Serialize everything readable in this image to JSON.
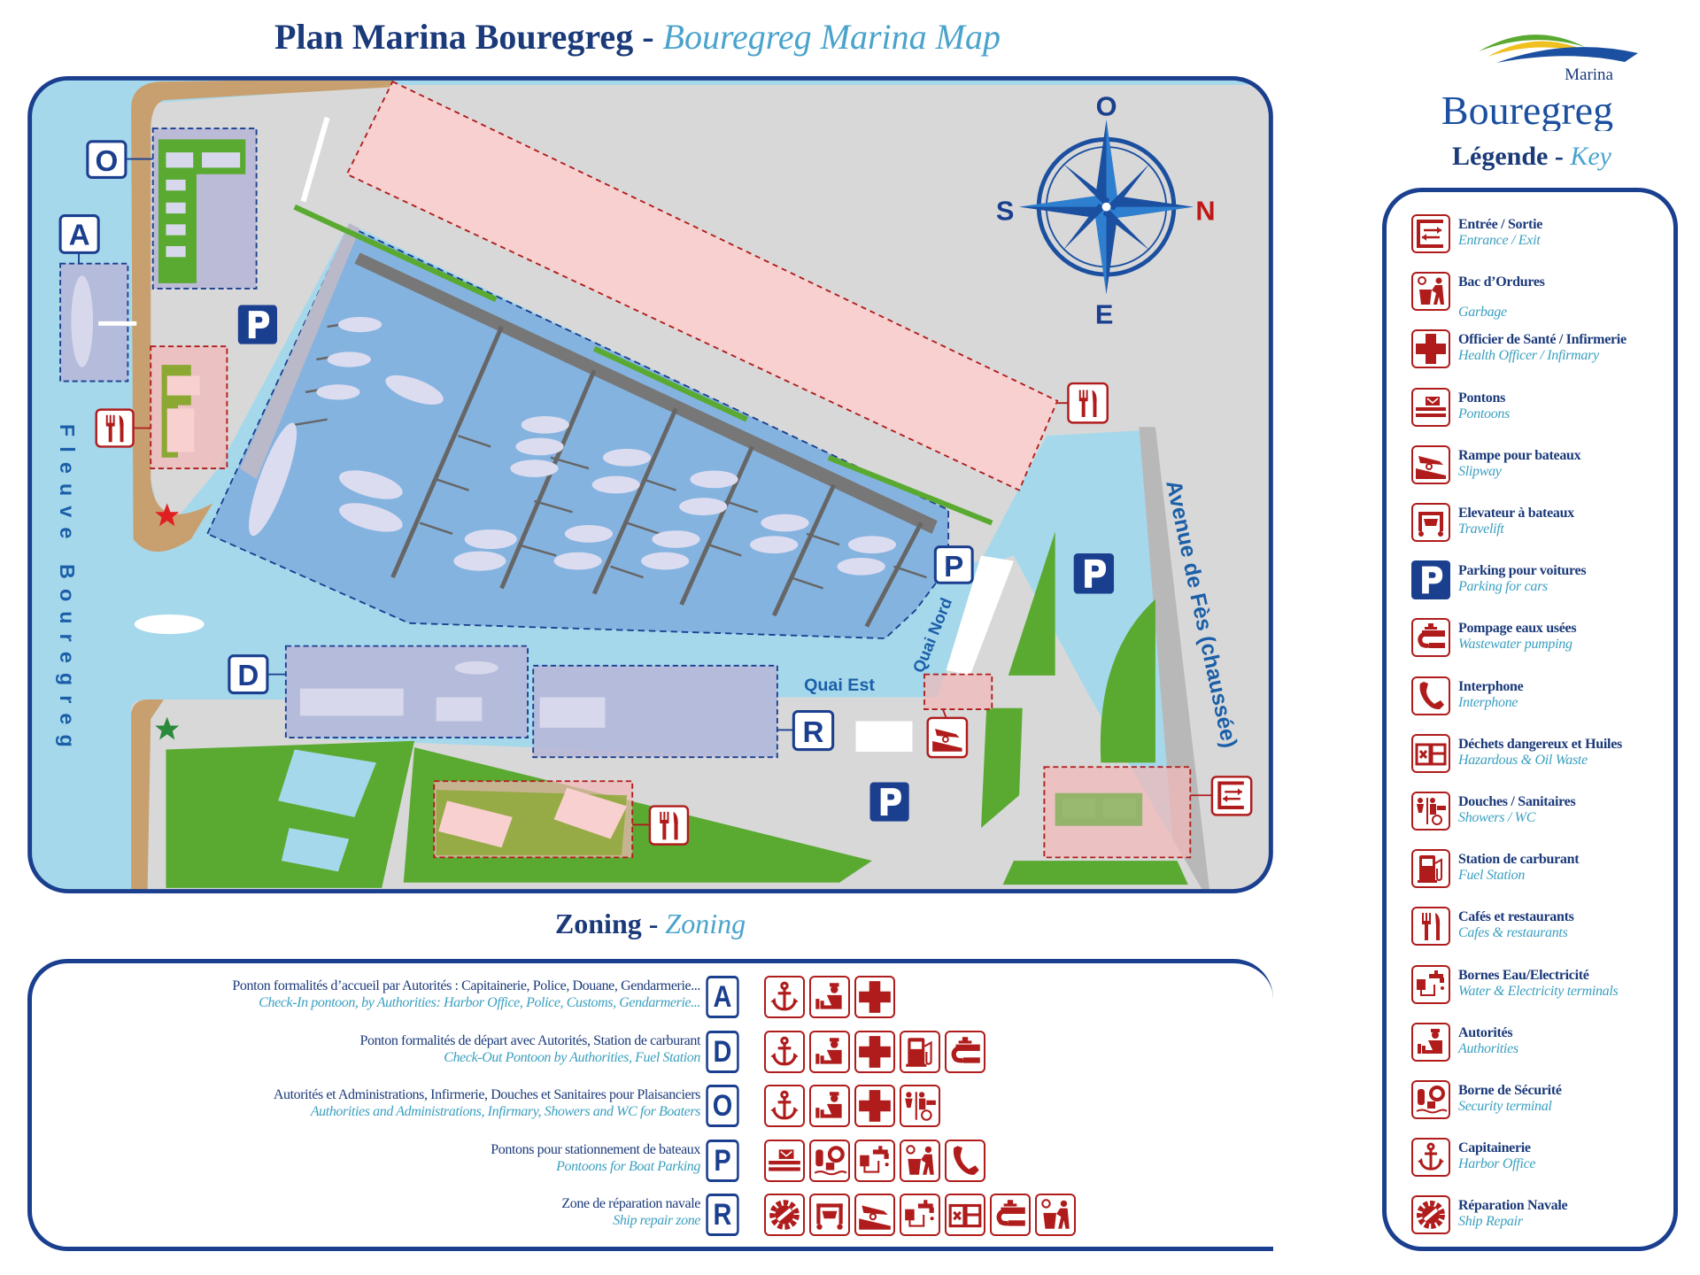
{
  "title": {
    "fr": "Plan Marina Bouregreg",
    "sep": " - ",
    "en": "Bouregreg Marina Map"
  },
  "logo": {
    "small": "Marina",
    "big": "Bouregreg"
  },
  "key_title": {
    "fr": "Légende",
    "sep": " - ",
    "en": "Key"
  },
  "colors": {
    "navy": "#1b3a7a",
    "teal": "#3a9fc0",
    "red": "#b01c1c",
    "water": "#a6d8ec",
    "basin": "#85b3df",
    "land": "#d8d8d8",
    "green": "#5aaa32",
    "sand": "#c8a070",
    "pink": "#f8d0d0"
  },
  "map": {
    "compass": {
      "north": "N",
      "south": "S",
      "west": "O",
      "east": "E"
    },
    "river": "Fleuve Bouregreg",
    "avenue": "Avenue de Fès (chaussée)",
    "quai_est": "Quai Est",
    "quai_nord": "Quai Nord",
    "zones": {
      "a": "A",
      "o": "O",
      "d": "D",
      "r": "R",
      "p": "P"
    },
    "parking": "P"
  },
  "legend": [
    {
      "icon": "entrance-exit",
      "fr": "Entrée / Sortie",
      "en": "Entrance / Exit"
    },
    {
      "icon": "garbage",
      "fr": "Bac d’Ordures",
      "en": "Garbage"
    },
    {
      "icon": "health",
      "fr": "Officier de Santé / Infirmerie",
      "en": "Health Officer / Infirmary"
    },
    {
      "icon": "pontoon",
      "fr": "Pontons",
      "en": "Pontoons"
    },
    {
      "icon": "slipway",
      "fr": "Rampe pour bateaux",
      "en": "Slipway"
    },
    {
      "icon": "travelift",
      "fr": "Elevateur à bateaux",
      "en": "Travelift"
    },
    {
      "icon": "parking",
      "fr": "Parking pour voitures",
      "en": "Parking for cars"
    },
    {
      "icon": "pump",
      "fr": "Pompage eaux usées",
      "en": "Wastewater pumping"
    },
    {
      "icon": "phone",
      "fr": "Interphone",
      "en": "Interphone"
    },
    {
      "icon": "hazard",
      "fr": "Déchets dangereux et Huiles",
      "en": "Hazardous & Oil Waste"
    },
    {
      "icon": "wc",
      "fr": "Douches / Sanitaires",
      "en": "Showers / WC"
    },
    {
      "icon": "fuel",
      "fr": "Station de carburant",
      "en": "Fuel Station"
    },
    {
      "icon": "restaurant",
      "fr": "Cafés et restaurants",
      "en": "Cafes & restaurants"
    },
    {
      "icon": "water-elec",
      "fr": "Bornes Eau/Electricité",
      "en": "Water & Electricity terminals"
    },
    {
      "icon": "authority",
      "fr": "Autorités",
      "en": "Authorities"
    },
    {
      "icon": "security",
      "fr": "Borne de Sécurité",
      "en": "Security terminal"
    },
    {
      "icon": "anchor",
      "fr": "Capitainerie",
      "en": "Harbor Office"
    },
    {
      "icon": "repair",
      "fr": "Réparation Navale",
      "en": "Ship Repair"
    }
  ],
  "zoning_title": {
    "fr": "Zoning",
    "sep": " - ",
    "en": "Zoning"
  },
  "zoning": [
    {
      "letter": "A",
      "fr": "Ponton formalités d’accueil par Autorités : Capitainerie, Police, Douane, Gendarmerie...",
      "en": "Check-In pontoon, by Authorities: Harbor Office, Police, Customs, Gendarmerie...",
      "icons": [
        "anchor",
        "authority",
        "health"
      ]
    },
    {
      "letter": "D",
      "fr": "Ponton formalités de départ avec Autorités, Station de carburant",
      "en": "Check-Out Pontoon by Authorities, Fuel Station",
      "icons": [
        "anchor",
        "authority",
        "health",
        "fuel",
        "pump"
      ]
    },
    {
      "letter": "O",
      "fr": "Autorités et Administrations, Infirmerie, Douches et Sanitaires pour Plaisanciers",
      "en": "Authorities and Administrations, Infirmary, Showers and WC for Boaters",
      "icons": [
        "anchor",
        "authority",
        "health",
        "wc"
      ]
    },
    {
      "letter": "P",
      "fr": "Pontons pour stationnement de bateaux",
      "en": "Pontoons for Boat Parking",
      "icons": [
        "pontoon",
        "security",
        "water-elec",
        "garbage",
        "phone"
      ]
    },
    {
      "letter": "R",
      "fr": "Zone de réparation navale",
      "en": "Ship repair zone",
      "icons": [
        "repair",
        "travelift",
        "slipway",
        "water-elec",
        "hazard",
        "pump",
        "garbage"
      ]
    }
  ]
}
